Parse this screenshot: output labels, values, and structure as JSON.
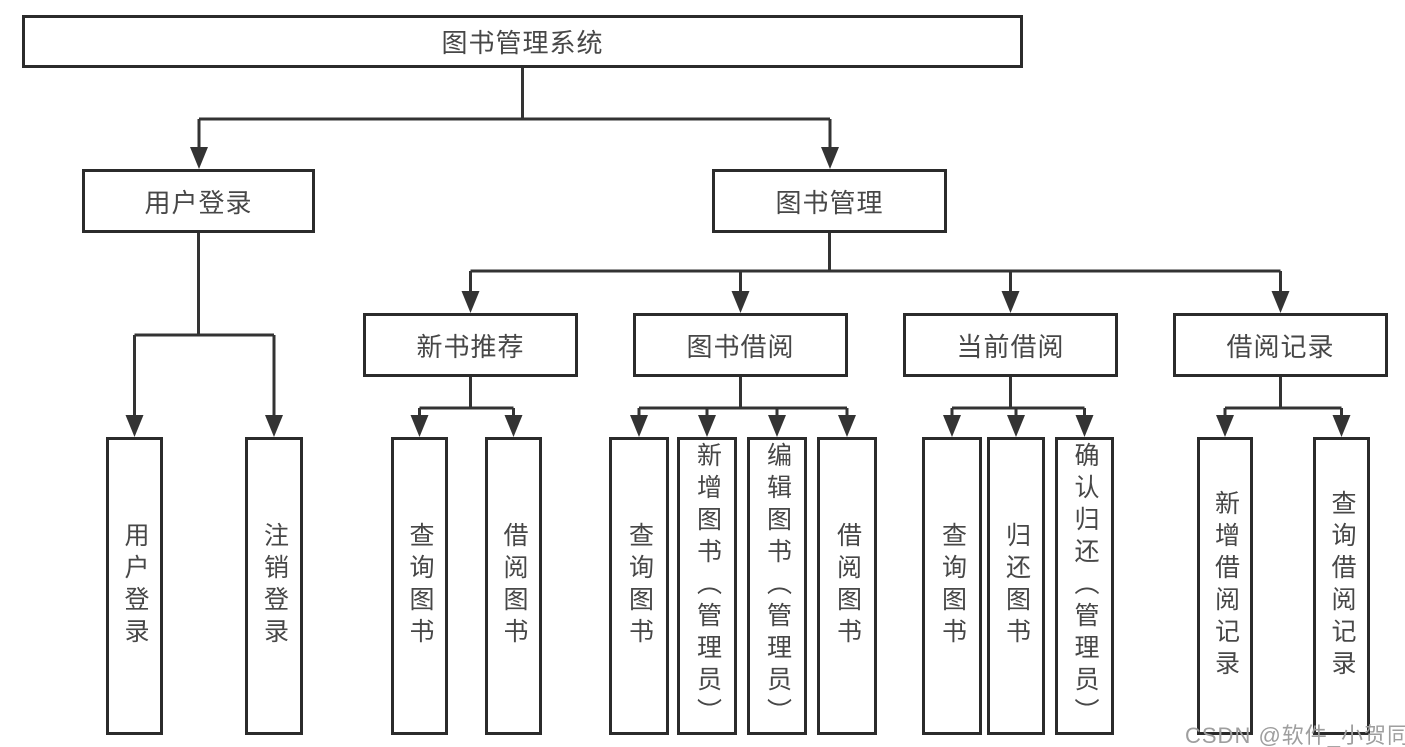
{
  "colors": {
    "line": "#333333",
    "border": "#2b2b2b",
    "text": "#474747",
    "watermark": "#9e9e9e",
    "background": "#ffffff"
  },
  "tree": {
    "root": "图书管理系统",
    "nodes": {
      "user_login": {
        "label": "用户登录",
        "children": [
          "用户登录",
          "注销登录"
        ]
      },
      "book_mgmt": {
        "label": "图书管理"
      },
      "new_books": {
        "label": "新书推荐",
        "children": [
          "查询图书",
          "借阅图书"
        ]
      },
      "book_borrow": {
        "label": "图书借阅",
        "children": [
          "查询图书",
          "新增图书（管理员）",
          "编辑图书（管理员）",
          "借阅图书"
        ]
      },
      "current_borrow": {
        "label": "当前借阅",
        "children": [
          "查询图书",
          "归还图书",
          "确认归还（管理员）"
        ]
      },
      "borrow_records": {
        "label": "借阅记录",
        "children": [
          "新增借阅记录",
          "查询借阅记录"
        ]
      }
    }
  },
  "watermark": "CSDN @软件_小贺同学"
}
